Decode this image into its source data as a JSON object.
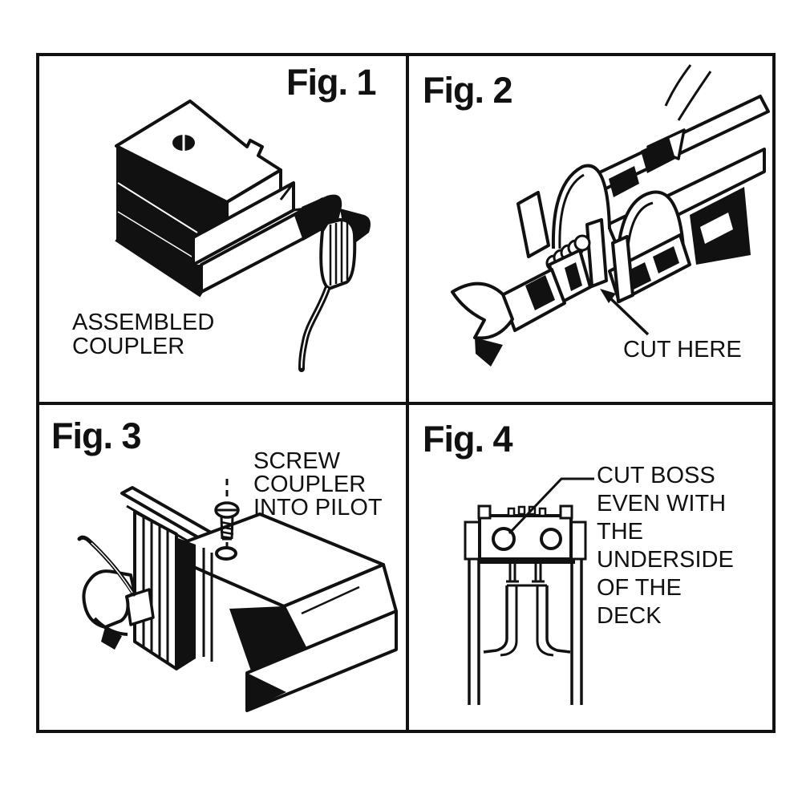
{
  "document": {
    "ink_color": "#111111",
    "paper_color": "#ffffff"
  },
  "figures": {
    "fig1": {
      "label": "Fig. 1",
      "caption_lines": [
        "ASSEMBLED",
        "COUPLER"
      ]
    },
    "fig2": {
      "label": "Fig. 2",
      "annotation": "CUT HERE"
    },
    "fig3": {
      "label": "Fig. 3",
      "instruction_lines": [
        "SCREW",
        "COUPLER",
        "INTO PILOT"
      ]
    },
    "fig4": {
      "label": "Fig. 4",
      "instruction_lines": [
        "CUT BOSS",
        "EVEN WITH",
        "THE",
        "UNDERSIDE",
        "OF THE",
        "DECK"
      ]
    }
  }
}
